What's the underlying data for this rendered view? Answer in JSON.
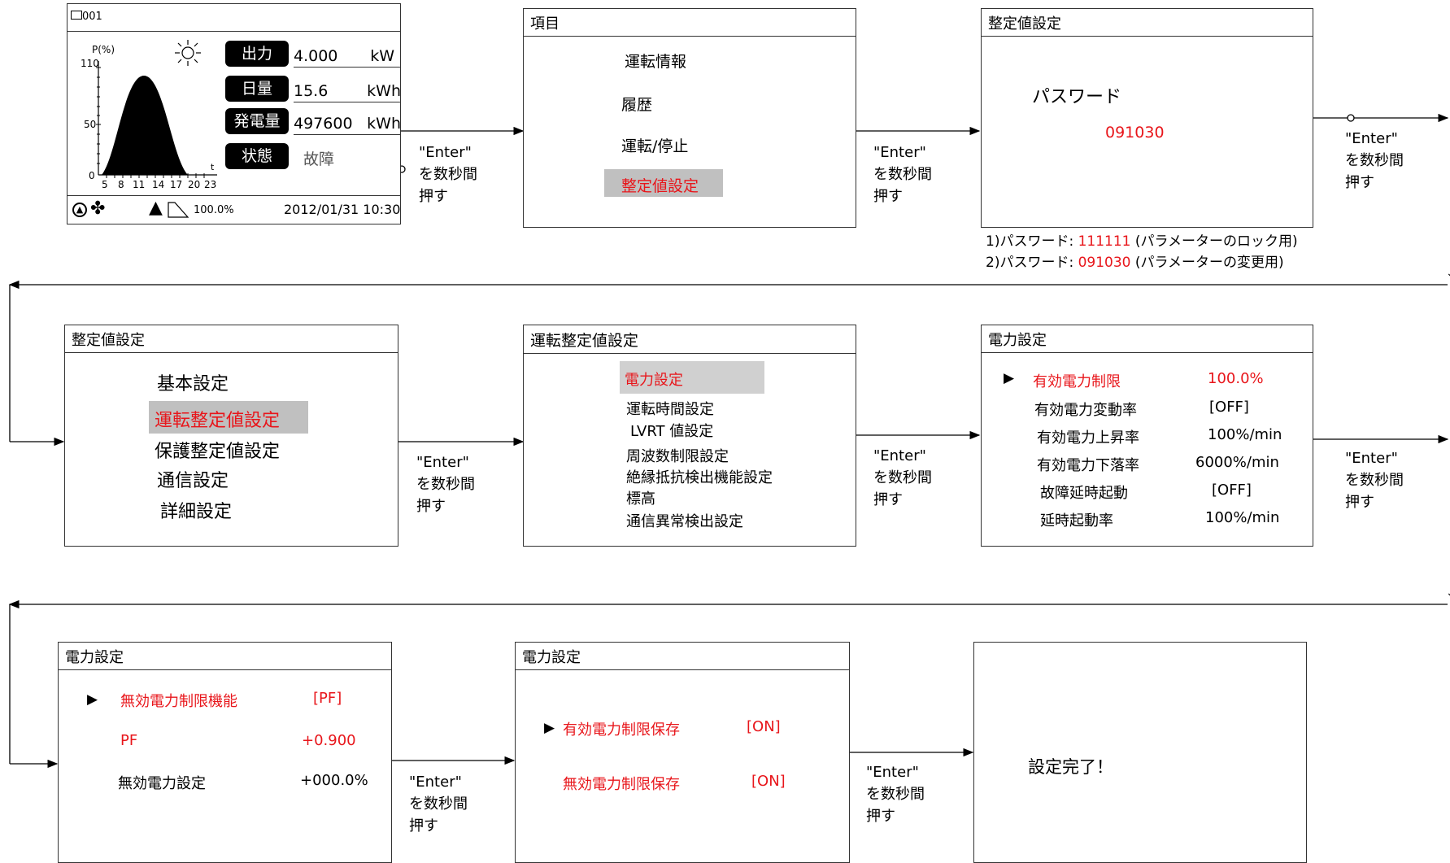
{
  "enter_note": [
    "\"Enter\"",
    "を数秒間",
    "押す"
  ],
  "monitor": {
    "id": "001",
    "chart_ylabel": "P(%)",
    "chart_xlabel": "t",
    "y_ticks": [
      "110",
      "50",
      "0"
    ],
    "x_ticks": [
      "5",
      "8",
      "11",
      "14",
      "17",
      "20",
      "23"
    ],
    "rows": [
      {
        "label": "出力",
        "value": "4.000",
        "unit": "kW"
      },
      {
        "label": "日量",
        "value": "15.6",
        "unit": "kWh"
      },
      {
        "label": "発電量",
        "value": "497600",
        "unit": "kWh"
      },
      {
        "label": "状態",
        "value": "故障",
        "unit": ""
      }
    ],
    "percent": "100.0%",
    "datetime": "2012/01/31 10:30"
  },
  "menu": {
    "title": "項目",
    "items": [
      "運転情報",
      "履歴",
      "運転/停止",
      "整定値設定"
    ]
  },
  "password_screen": {
    "title": "整定値設定",
    "label": "パスワード",
    "value": "091030",
    "notes": [
      {
        "prefix": "1)パスワード: ",
        "code": "111111",
        "suffix": " (パラメーターのロック用)"
      },
      {
        "prefix": "2)パスワード: ",
        "code": "091030",
        "suffix": " (パラメーターの変更用)"
      }
    ]
  },
  "settings_menu": {
    "title": "整定値設定",
    "items": [
      "基本設定",
      "運転整定値設定",
      "保護整定値設定",
      "通信設定",
      "詳細設定"
    ]
  },
  "op_settings": {
    "title": "運転整定値設定",
    "items": [
      "電力設定",
      "運転時間設定",
      "LVRT 値設定",
      "周波数制限設定",
      "絶縁抵抗検出機能設定",
      "標高",
      "通信異常検出設定"
    ]
  },
  "power1": {
    "title": "電力設定",
    "rows": [
      {
        "label": "有効電力制限",
        "value": "100.0%"
      },
      {
        "label": "有効電力変動率",
        "value": "[OFF]"
      },
      {
        "label": "有効電力上昇率",
        "value": "100%/min"
      },
      {
        "label": "有効電力下落率",
        "value": "6000%/min"
      },
      {
        "label": "故障延時起動",
        "value": "[OFF]"
      },
      {
        "label": "延時起動率",
        "value": "100%/min"
      }
    ]
  },
  "power2": {
    "title": "電力設定",
    "rows": [
      {
        "label": "無効電力制限機能",
        "value": "[PF]"
      },
      {
        "label": "PF",
        "value": "+0.900"
      },
      {
        "label": "無効電力設定",
        "value": "+000.0%"
      }
    ]
  },
  "power3": {
    "title": "電力設定",
    "rows": [
      {
        "label": "有効電力制限保存",
        "value": "[ON]"
      },
      {
        "label": "無効電力制限保存",
        "value": "[ON]"
      }
    ]
  },
  "done": {
    "text": "設定完了！"
  },
  "cursor": "▶",
  "colors": {
    "highlight": "#e8161b",
    "selection": "#c0c0c0"
  }
}
